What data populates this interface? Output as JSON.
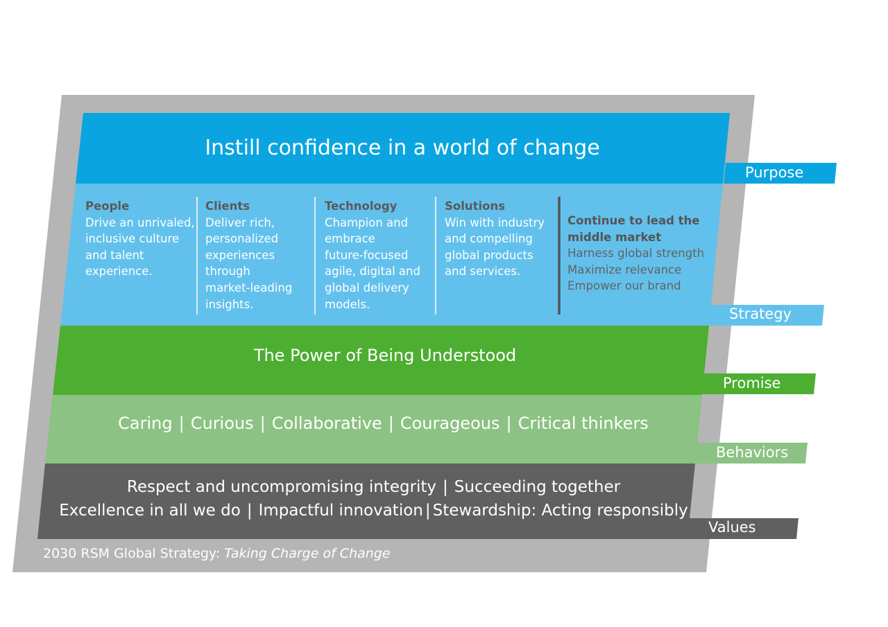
{
  "purpose": {
    "statement": "Instill confidence in a world of change",
    "label": "Purpose"
  },
  "strategy": {
    "label": "Strategy",
    "pillars": [
      {
        "title": "People",
        "text": "Drive an unrivaled,\ninclusive culture\nand talent\nexperience."
      },
      {
        "title": "Clients",
        "text": "Deliver rich,\npersonalized\nexperiences\nthrough\nmarket-leading\ninsights."
      },
      {
        "title": "Technology",
        "text": "Champion and\nembrace\nfuture-focused\nagile, digital and\nglobal delivery\nmodels."
      },
      {
        "title": "Solutions",
        "text": "Win with industry\nand compelling\nglobal products\nand services."
      }
    ],
    "ambition": {
      "title": "Continue to lead the\nmiddle market",
      "items": [
        "Harness global strength",
        "Maximize relevance",
        "Empower our brand"
      ]
    }
  },
  "promise": {
    "statement": "The Power of Being Understood",
    "label": "Promise"
  },
  "behaviors": {
    "label": "Behaviors",
    "items": [
      "Caring",
      "Curious",
      "Collaborative",
      "Courageous",
      "Critical thinkers"
    ]
  },
  "values": {
    "label": "Values",
    "line1": [
      "Respect and uncompromising integrity",
      "Succeeding together"
    ],
    "line2": [
      "Excellence in all we do",
      "Impactful innovation",
      "Stewardship: Acting responsibly"
    ]
  },
  "footer": {
    "prefix": "2030 RSM Global Strategy: ",
    "emphasis": "Taking Charge of Change"
  },
  "colors": {
    "frame": "#b5b5b5",
    "purpose": "#0aa5e0",
    "strategy": "#62c1ec",
    "promise": "#4dae32",
    "behaviors": "#8cc283",
    "values": "#606060"
  }
}
